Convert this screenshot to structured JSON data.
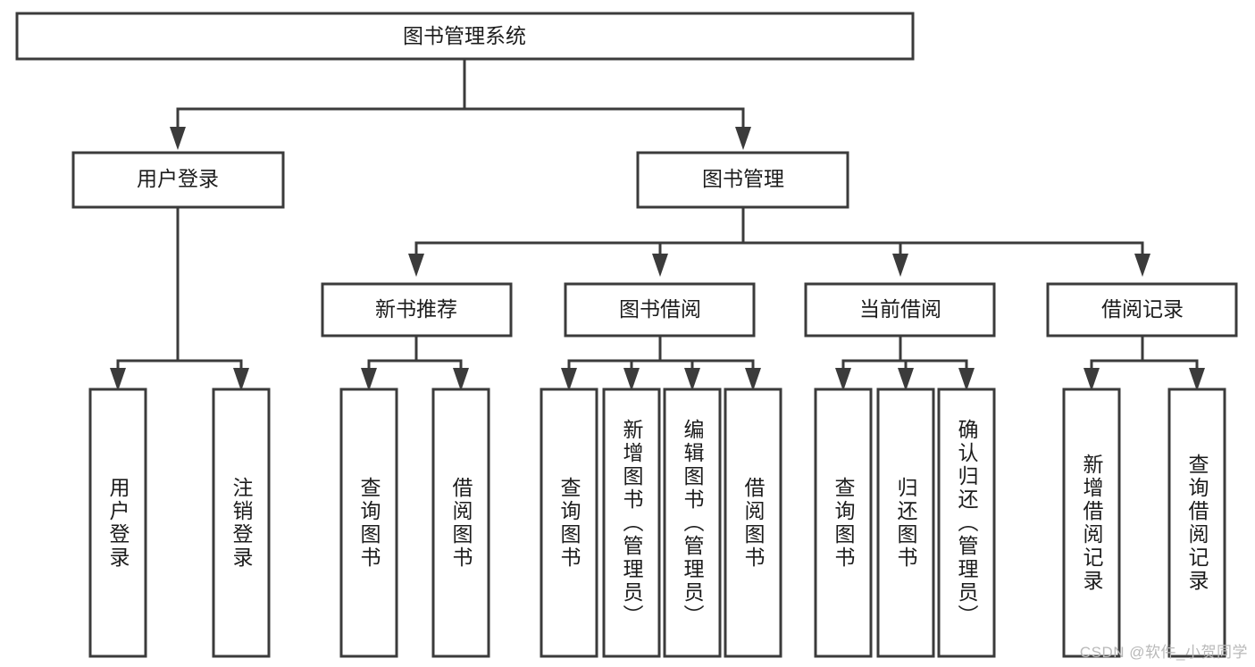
{
  "diagram": {
    "type": "tree-hierarchy-chart",
    "title": "图书管理系统",
    "watermark": "CSDN @软件_小贺同学",
    "colors": {
      "box_stroke": "#3b3b3b",
      "box_fill": "#ffffff",
      "text": "#1c1c1c",
      "connector": "#3b3b3b",
      "background": "#ffffff",
      "watermark": "#b9b9b9"
    },
    "levels": {
      "level1_label": "图书管理系统",
      "level2": [
        {
          "id": "user-login",
          "label": "用户登录"
        },
        {
          "id": "book-management",
          "label": "图书管理"
        }
      ],
      "level3": [
        {
          "id": "new-book-recommend",
          "label": "新书推荐",
          "parent": "book-management"
        },
        {
          "id": "book-borrow",
          "label": "图书借阅",
          "parent": "book-management"
        },
        {
          "id": "current-borrow",
          "label": "当前借阅",
          "parent": "book-management"
        },
        {
          "id": "borrow-record",
          "label": "借阅记录",
          "parent": "book-management"
        }
      ],
      "leaves": {
        "user-login": [
          {
            "id": "leaf-user-login",
            "label": "用户登录"
          },
          {
            "id": "leaf-user-logout",
            "label": "注销登录"
          }
        ],
        "new-book-recommend": [
          {
            "id": "leaf-query-book-1",
            "label": "查询图书"
          },
          {
            "id": "leaf-borrow-book-1",
            "label": "借阅图书"
          }
        ],
        "book-borrow": [
          {
            "id": "leaf-query-book-2",
            "label": "查询图书"
          },
          {
            "id": "leaf-add-book",
            "label": "新增图书（管理员）"
          },
          {
            "id": "leaf-edit-book",
            "label": "编辑图书（管理员）"
          },
          {
            "id": "leaf-borrow-book-2",
            "label": "借阅图书"
          }
        ],
        "current-borrow": [
          {
            "id": "leaf-query-book-3",
            "label": "查询图书"
          },
          {
            "id": "leaf-return-book",
            "label": "归还图书"
          },
          {
            "id": "leaf-confirm-return",
            "label": "确认归还（管理员）"
          }
        ],
        "borrow-record": [
          {
            "id": "leaf-add-record",
            "label": "新增借阅记录"
          },
          {
            "id": "leaf-query-record",
            "label": "查询借阅记录"
          }
        ]
      }
    }
  }
}
